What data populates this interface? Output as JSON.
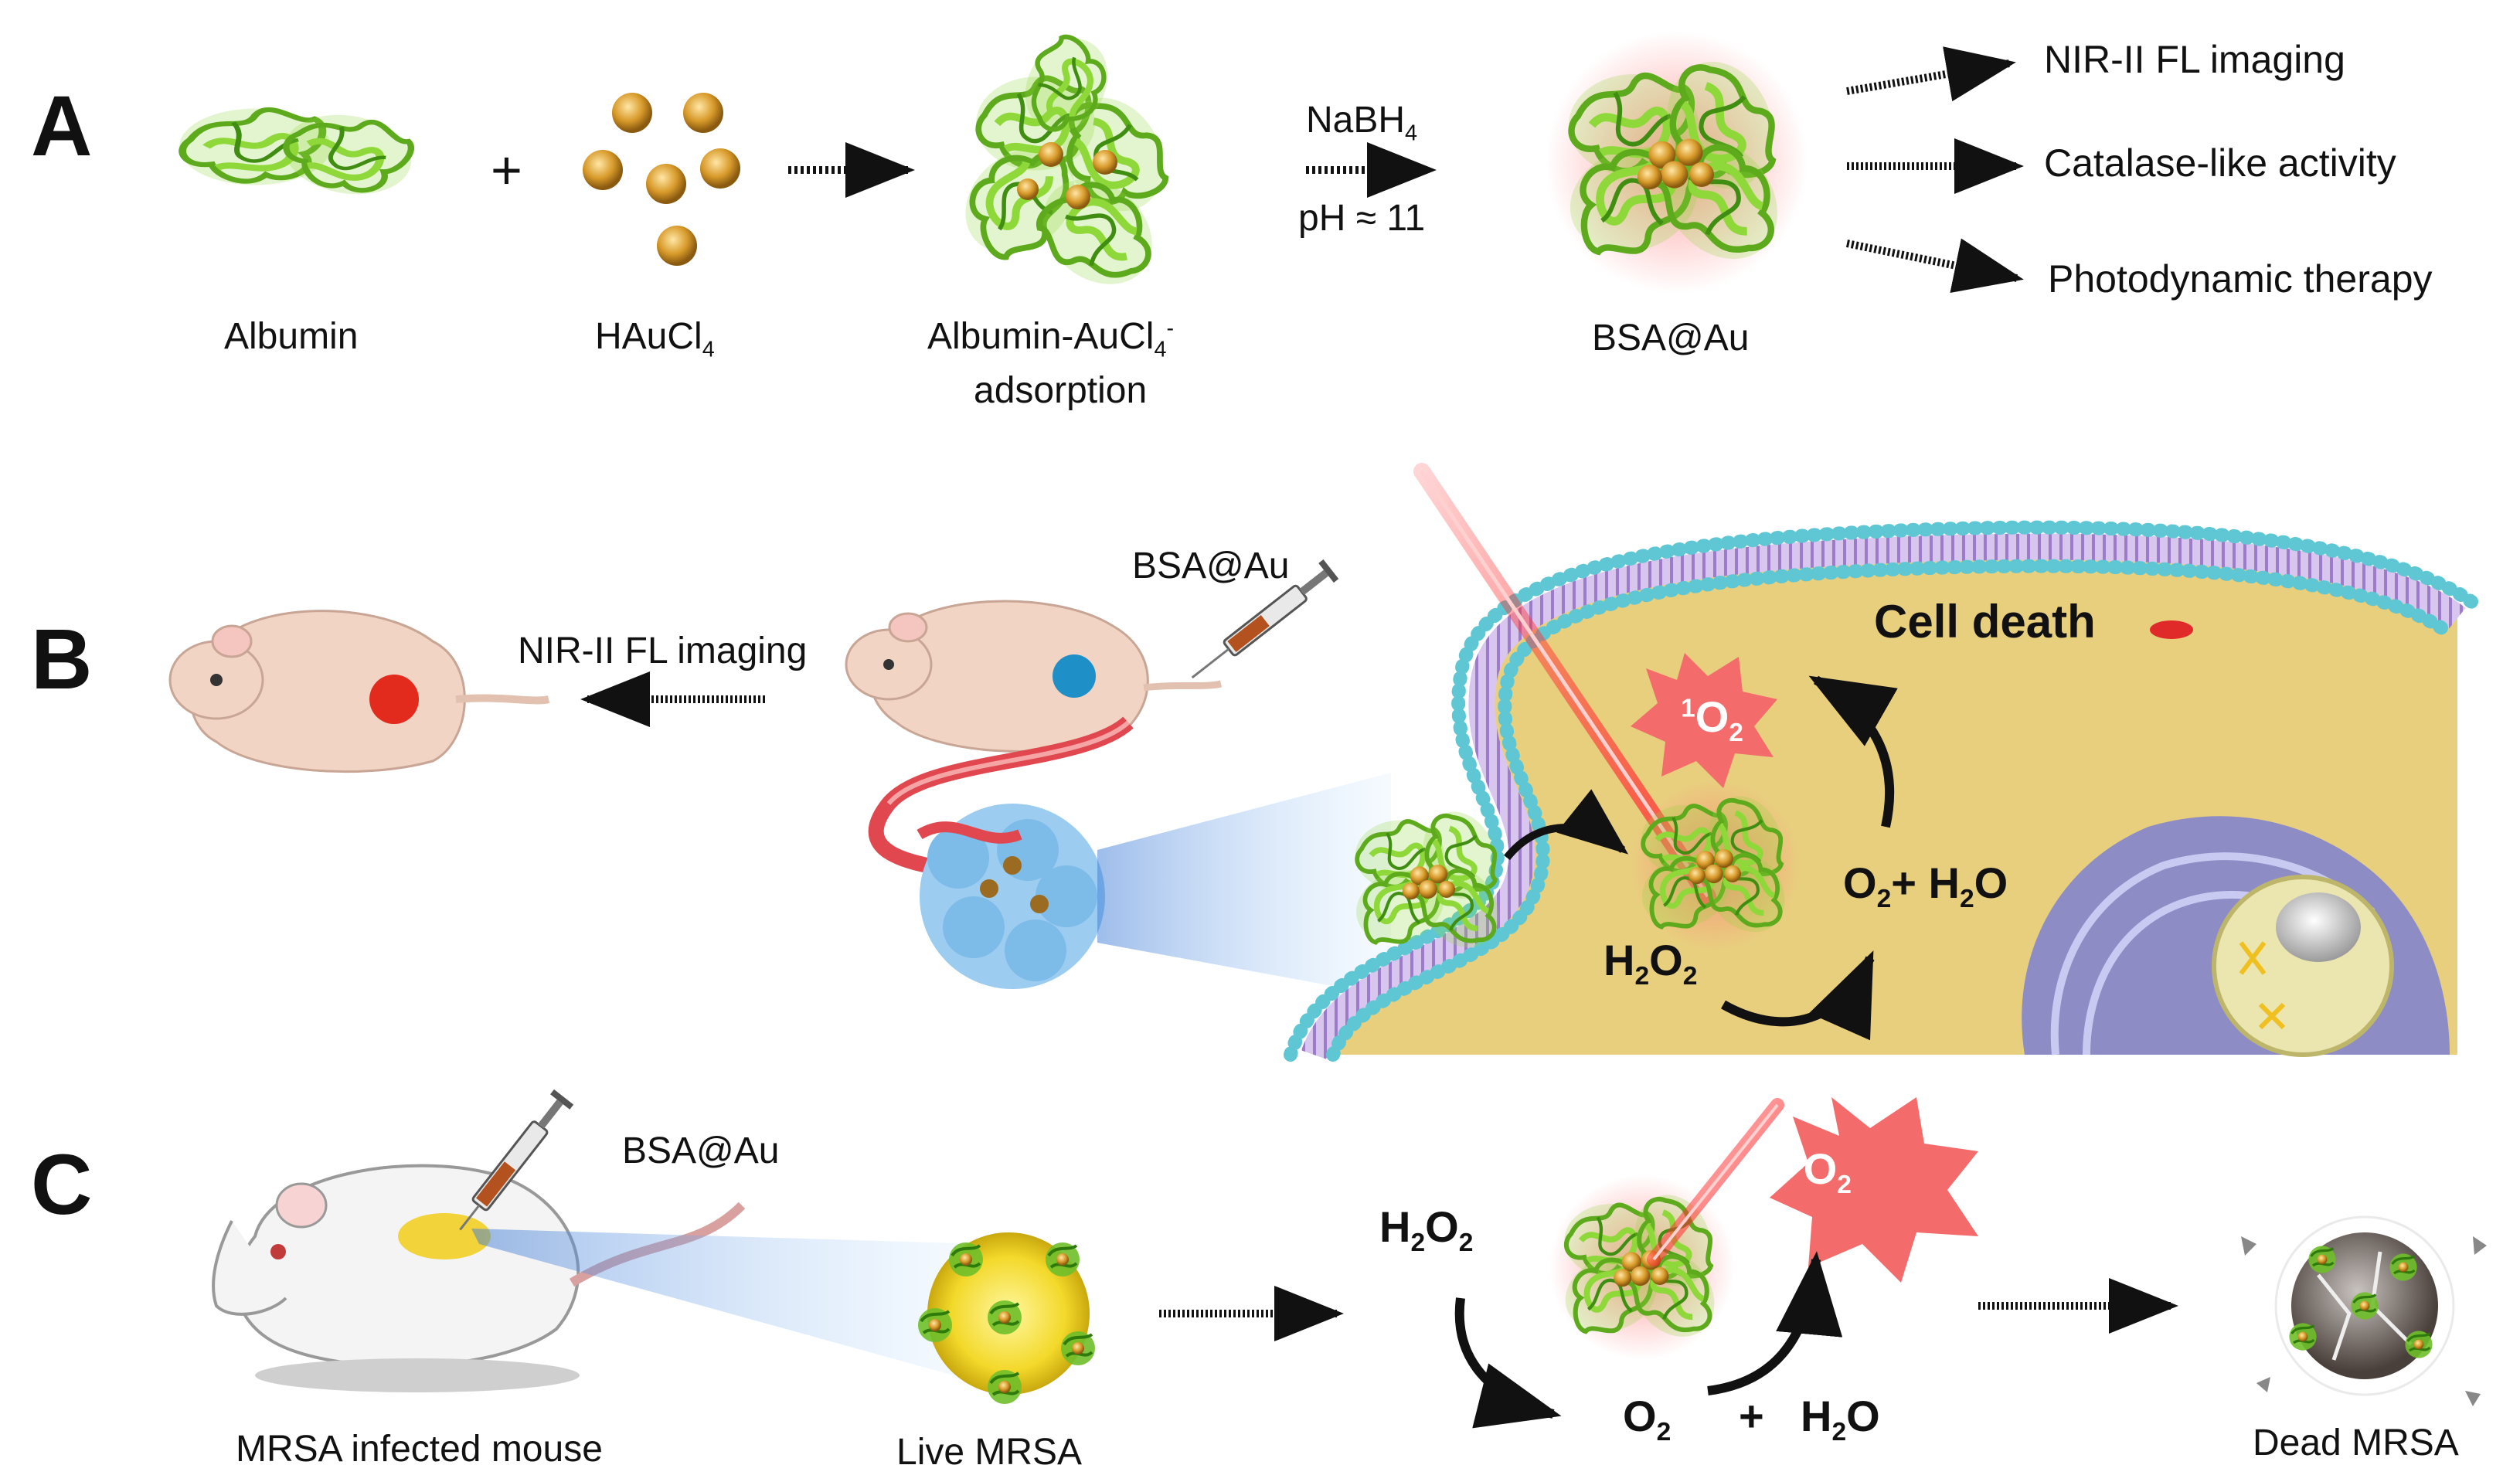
{
  "panels": {
    "a": "A",
    "b": "B",
    "c": "C"
  },
  "panel_a": {
    "albumin": "Albumin",
    "plus": "+",
    "haucl4": "HAuCl",
    "haucl4_sub": "4",
    "adsorption_line1": "Albumin-AuCl",
    "adsorption_sub": "4",
    "adsorption_sup": "-",
    "adsorption_line2": "adsorption",
    "reagent": "NaBH",
    "reagent_sub": "4",
    "condition": "pH ≈ 11",
    "product": "BSA@Au",
    "outputs": [
      "NIR-II FL imaging",
      "Catalase-like activity",
      "Photodynamic therapy"
    ]
  },
  "panel_b": {
    "injection_label": "BSA@Au",
    "imaging_label": "NIR-II FL imaging",
    "cell_death": "Cell death",
    "singlet_oxygen": "O",
    "singlet_sup": "1",
    "singlet_sub": "2",
    "h2o2": "H2O2",
    "o2_h2o": "O2+ H2O"
  },
  "panel_c": {
    "injection_label": "BSA@Au",
    "mouse_label": "MRSA infected mouse",
    "live_label": "Live MRSA",
    "h2o2": "H2O2",
    "o2": "O2",
    "plus": "+",
    "h2o": "H2O",
    "dead_label": "Dead MRSA"
  },
  "colors": {
    "protein": "#7ccf2b",
    "gold": "#d89a2a",
    "cell_fill": "#e8cf7e",
    "membrane_bead": "#5ec7d3",
    "lipid": "#b59bd6",
    "laser": "#f04a4a",
    "organelle": "#6f75c9",
    "mouse_skin": "#f1d4c4"
  },
  "icons": [
    "protein-icon",
    "gold-ion-icon",
    "syringe-icon",
    "mouse-icon",
    "laser-icon",
    "tumor-icon",
    "bacterium-icon"
  ]
}
